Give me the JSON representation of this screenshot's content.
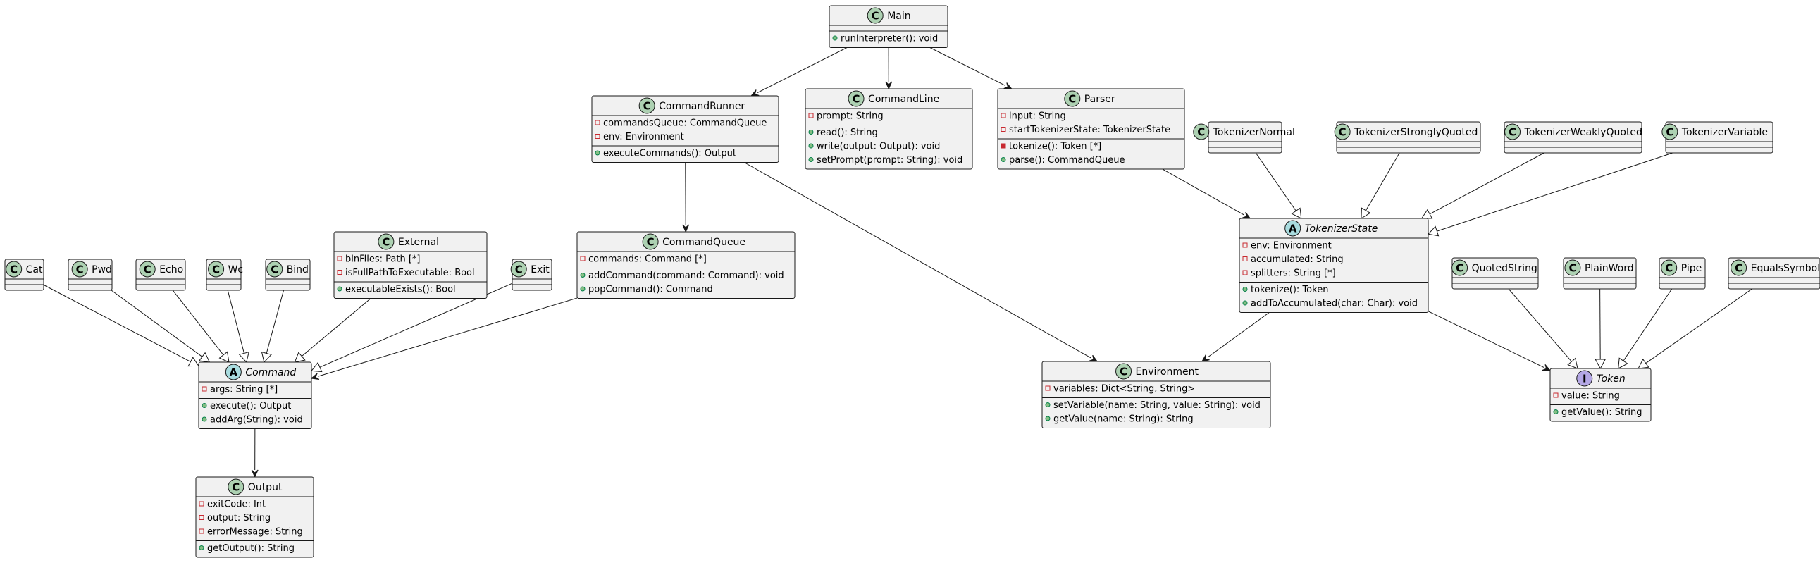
{
  "colors": {
    "class_fill": "#f1f1f1",
    "border": "#181818",
    "class_circle": "#add1b2",
    "abstract_circle": "#a9dcdf",
    "interface_circle": "#b4a7e5",
    "private_marker": "#c82930",
    "public_marker": "#84be84"
  },
  "classes": [
    {
      "id": "main",
      "kind": "C",
      "name": "Main",
      "attributes": [],
      "methods": [
        {
          "vis": "public",
          "text": "runInterpreter(): void"
        }
      ]
    },
    {
      "id": "commandrunner",
      "kind": "C",
      "name": "CommandRunner",
      "attributes": [
        {
          "vis": "private",
          "text": "commandsQueue: CommandQueue"
        },
        {
          "vis": "private",
          "text": "env: Environment"
        }
      ],
      "methods": [
        {
          "vis": "public",
          "text": "executeCommands(): Output"
        }
      ]
    },
    {
      "id": "commandline",
      "kind": "C",
      "name": "CommandLine",
      "attributes": [
        {
          "vis": "private",
          "text": "prompt: String"
        }
      ],
      "methods": [
        {
          "vis": "public",
          "text": "read(): String"
        },
        {
          "vis": "public",
          "text": "write(output: Output): void"
        },
        {
          "vis": "public",
          "text": "setPrompt(prompt: String): void"
        }
      ]
    },
    {
      "id": "parser",
      "kind": "C",
      "name": "Parser",
      "attributes": [
        {
          "vis": "private",
          "text": "input: String"
        },
        {
          "vis": "private",
          "text": "startTokenizerState: TokenizerState"
        }
      ],
      "methods": [
        {
          "vis": "private-method",
          "text": "tokenize(): Token [*]"
        },
        {
          "vis": "public",
          "text": "parse(): CommandQueue"
        }
      ]
    },
    {
      "id": "tokenizernormal",
      "kind": "C",
      "name": "TokenizerNormal",
      "attributes": [],
      "methods": []
    },
    {
      "id": "tokenizerstrongly",
      "kind": "C",
      "name": "TokenizerStronglyQuoted",
      "attributes": [],
      "methods": []
    },
    {
      "id": "tokenizerweakly",
      "kind": "C",
      "name": "TokenizerWeaklyQuoted",
      "attributes": [],
      "methods": []
    },
    {
      "id": "tokenizervariable",
      "kind": "C",
      "name": "TokenizerVariable",
      "attributes": [],
      "methods": []
    },
    {
      "id": "tokenizerstate",
      "kind": "A",
      "name": "TokenizerState",
      "attributes": [
        {
          "vis": "private",
          "text": "env: Environment"
        },
        {
          "vis": "private",
          "text": "accumulated: String"
        },
        {
          "vis": "private",
          "text": "splitters: String [*]"
        }
      ],
      "methods": [
        {
          "vis": "public",
          "text": "tokenize(): Token"
        },
        {
          "vis": "public",
          "text": "addToAccumulated(char: Char): void"
        }
      ]
    },
    {
      "id": "cat",
      "kind": "C",
      "name": "Cat",
      "attributes": [],
      "methods": []
    },
    {
      "id": "pwd",
      "kind": "C",
      "name": "Pwd",
      "attributes": [],
      "methods": []
    },
    {
      "id": "echo",
      "kind": "C",
      "name": "Echo",
      "attributes": [],
      "methods": []
    },
    {
      "id": "wc",
      "kind": "C",
      "name": "Wc",
      "attributes": [],
      "methods": []
    },
    {
      "id": "bind",
      "kind": "C",
      "name": "Bind",
      "attributes": [],
      "methods": []
    },
    {
      "id": "external",
      "kind": "C",
      "name": "External",
      "attributes": [
        {
          "vis": "private",
          "text": "binFiles: Path [*]"
        },
        {
          "vis": "private",
          "text": "isFullPathToExecutable: Bool"
        }
      ],
      "methods": [
        {
          "vis": "public",
          "text": "executableExists(): Bool"
        }
      ]
    },
    {
      "id": "exit",
      "kind": "C",
      "name": "Exit",
      "attributes": [],
      "methods": []
    },
    {
      "id": "commandqueue",
      "kind": "C",
      "name": "CommandQueue",
      "attributes": [
        {
          "vis": "private",
          "text": "commands: Command [*]"
        }
      ],
      "methods": [
        {
          "vis": "public",
          "text": "addCommand(command: Command): void"
        },
        {
          "vis": "public",
          "text": "popCommand(): Command"
        }
      ]
    },
    {
      "id": "command",
      "kind": "A",
      "name": "Command",
      "attributes": [
        {
          "vis": "private",
          "text": "args: String [*]"
        }
      ],
      "methods": [
        {
          "vis": "public",
          "text": "execute(): Output"
        },
        {
          "vis": "public",
          "text": "addArg(String): void"
        }
      ]
    },
    {
      "id": "output",
      "kind": "C",
      "name": "Output",
      "attributes": [
        {
          "vis": "private",
          "text": "exitCode: Int"
        },
        {
          "vis": "private",
          "text": "output: String"
        },
        {
          "vis": "private",
          "text": "errorMessage: String"
        }
      ],
      "methods": [
        {
          "vis": "public",
          "text": "getOutput(): String"
        }
      ]
    },
    {
      "id": "environment",
      "kind": "C",
      "name": "Environment",
      "attributes": [
        {
          "vis": "private",
          "text": "variables: Dict<String, String>"
        }
      ],
      "methods": [
        {
          "vis": "public",
          "text": "setVariable(name: String, value: String): void"
        },
        {
          "vis": "public",
          "text": "getValue(name: String): String"
        }
      ]
    },
    {
      "id": "quotedstring",
      "kind": "C",
      "name": "QuotedString",
      "attributes": [],
      "methods": []
    },
    {
      "id": "plainword",
      "kind": "C",
      "name": "PlainWord",
      "attributes": [],
      "methods": []
    },
    {
      "id": "pipe",
      "kind": "C",
      "name": "Pipe",
      "attributes": [],
      "methods": []
    },
    {
      "id": "equalssymbol",
      "kind": "C",
      "name": "EqualsSymbol",
      "attributes": [],
      "methods": []
    },
    {
      "id": "token",
      "kind": "I",
      "name": "Token",
      "attributes": [
        {
          "vis": "private",
          "text": "value: String"
        }
      ],
      "methods": [
        {
          "vis": "public",
          "text": "getValue(): String"
        }
      ]
    }
  ],
  "relations": [
    {
      "from": "main",
      "to": "commandrunner",
      "type": "association"
    },
    {
      "from": "main",
      "to": "commandline",
      "type": "association"
    },
    {
      "from": "main",
      "to": "parser",
      "type": "association"
    },
    {
      "from": "commandrunner",
      "to": "commandqueue",
      "type": "association"
    },
    {
      "from": "commandrunner",
      "to": "environment",
      "type": "association"
    },
    {
      "from": "parser",
      "to": "tokenizerstate",
      "type": "association"
    },
    {
      "from": "tokenizernormal",
      "to": "tokenizerstate",
      "type": "generalization"
    },
    {
      "from": "tokenizerstrongly",
      "to": "tokenizerstate",
      "type": "generalization"
    },
    {
      "from": "tokenizerweakly",
      "to": "tokenizerstate",
      "type": "generalization"
    },
    {
      "from": "tokenizervariable",
      "to": "tokenizerstate",
      "type": "generalization"
    },
    {
      "from": "tokenizerstate",
      "to": "environment",
      "type": "association"
    },
    {
      "from": "tokenizerstate",
      "to": "token",
      "type": "association"
    },
    {
      "from": "cat",
      "to": "command",
      "type": "generalization"
    },
    {
      "from": "pwd",
      "to": "command",
      "type": "generalization"
    },
    {
      "from": "echo",
      "to": "command",
      "type": "generalization"
    },
    {
      "from": "wc",
      "to": "command",
      "type": "generalization"
    },
    {
      "from": "bind",
      "to": "command",
      "type": "generalization"
    },
    {
      "from": "external",
      "to": "command",
      "type": "generalization"
    },
    {
      "from": "exit",
      "to": "command",
      "type": "generalization"
    },
    {
      "from": "commandqueue",
      "to": "command",
      "type": "association"
    },
    {
      "from": "command",
      "to": "output",
      "type": "association"
    },
    {
      "from": "quotedstring",
      "to": "token",
      "type": "generalization"
    },
    {
      "from": "plainword",
      "to": "token",
      "type": "generalization"
    },
    {
      "from": "pipe",
      "to": "token",
      "type": "generalization"
    },
    {
      "from": "equalssymbol",
      "to": "token",
      "type": "generalization"
    }
  ]
}
